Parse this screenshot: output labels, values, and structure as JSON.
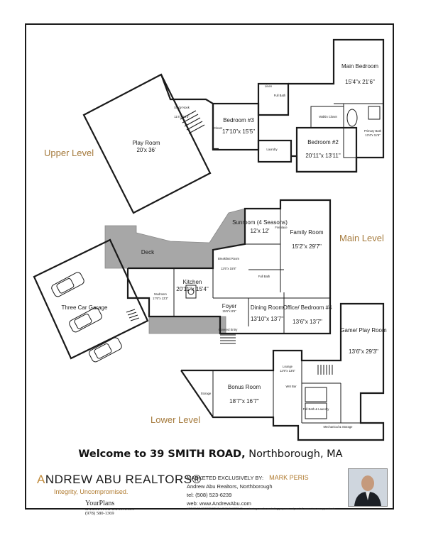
{
  "levels": {
    "upper": "Upper Level",
    "main": "Main Level",
    "lower": "Lower Level"
  },
  "rooms": {
    "play_room": {
      "name": "Play Room",
      "dims": "20'x 36'"
    },
    "study_nook": {
      "name": "Study Nook",
      "dims": "11'4\"x 13'3\""
    },
    "bedroom3": {
      "name": "Bedroom #3",
      "dims": "17'10\"x 15'5\""
    },
    "bedroom2": {
      "name": "Bedroom #2",
      "dims": "20'11\"x 13'11\""
    },
    "main_bedroom": {
      "name": "Main Bedroom",
      "dims": "15'4\"x 21'6\""
    },
    "walkin_closet": "Walkin Closet",
    "primary_bath": {
      "name": "Primary Bath",
      "dims": "13'4\"x 11'6\""
    },
    "full_bath_upper": "Full Bath",
    "laundry": "Laundry",
    "closet": "Closet",
    "linen": "Linen",
    "sunroom": {
      "name": "Sunroom (4 Seasons)",
      "dims": "12'x 12'"
    },
    "family_room": {
      "name": "Family Room",
      "dims": "15'2\"x 29'7\""
    },
    "fireplace": "Fireplace",
    "deck": "Deck",
    "breakfast_room": {
      "name": "Breakfast Room",
      "dims": "12'6\"x 15'8\""
    },
    "kitchen": {
      "name": "Kitchen",
      "dims": "20'11\"x 15'4\""
    },
    "mudroom": {
      "name": "Mudroom",
      "dims": "17'6\"x 13'3\""
    },
    "three_car_garage": "Three Car Garage",
    "foyer": {
      "name": "Foyer",
      "dims": "15'6\"x 8'6\""
    },
    "dining_room": {
      "name": "Dining Room",
      "dims": "13'10\"x 13'7\""
    },
    "office": {
      "name": "Office/ Bedroom #4",
      "dims": "13'6\"x 13'7\""
    },
    "full_bath_main": "Full Bath",
    "covered_entry": "Covered Entry",
    "bonus_room": {
      "name": "Bonus Room",
      "dims": "18'7\"x 16'7\""
    },
    "storage": "Storage",
    "lounge": {
      "name": "Lounge",
      "dims": "12'9\"x 13'5\""
    },
    "game_room": {
      "name": "Game/ Play Room",
      "dims": "13'6\"x 29'3\""
    },
    "full_bath_laundry": "Full Bath & Laundry",
    "mechanical": "Mechanical & Storage",
    "wet_bar": "Wet Bar"
  },
  "title": {
    "main": "Welcome to 39 SMITH ROAD,",
    "city": " Northborough, MA"
  },
  "brand": {
    "logo_letter": "A",
    "name": "NDREW ABU REALTORS®",
    "tagline": "Integrity, Uncompromised."
  },
  "yourplans": {
    "name": "YourPlans",
    "sub": "MARKETING DRAWINGS",
    "phone": "(978) 580-1369"
  },
  "marketing": {
    "by_label": "MARKETED EXCLUSIVELY BY:",
    "agent": "MARK PERIS",
    "company": "Andrew Abu Realtors, Northborough",
    "tel": "tel: (508) 523-6239",
    "web": "web: www.AndrewAbu.com"
  },
  "notice": "NOTICE TO PROSPECTIVE HOME BUYERS: These drawings are for marketing purposes only and all room sizes are approximate.",
  "colors": {
    "accent": "#a57a3c",
    "deck": "#a7a7a7",
    "ink": "#1a1a1a"
  }
}
